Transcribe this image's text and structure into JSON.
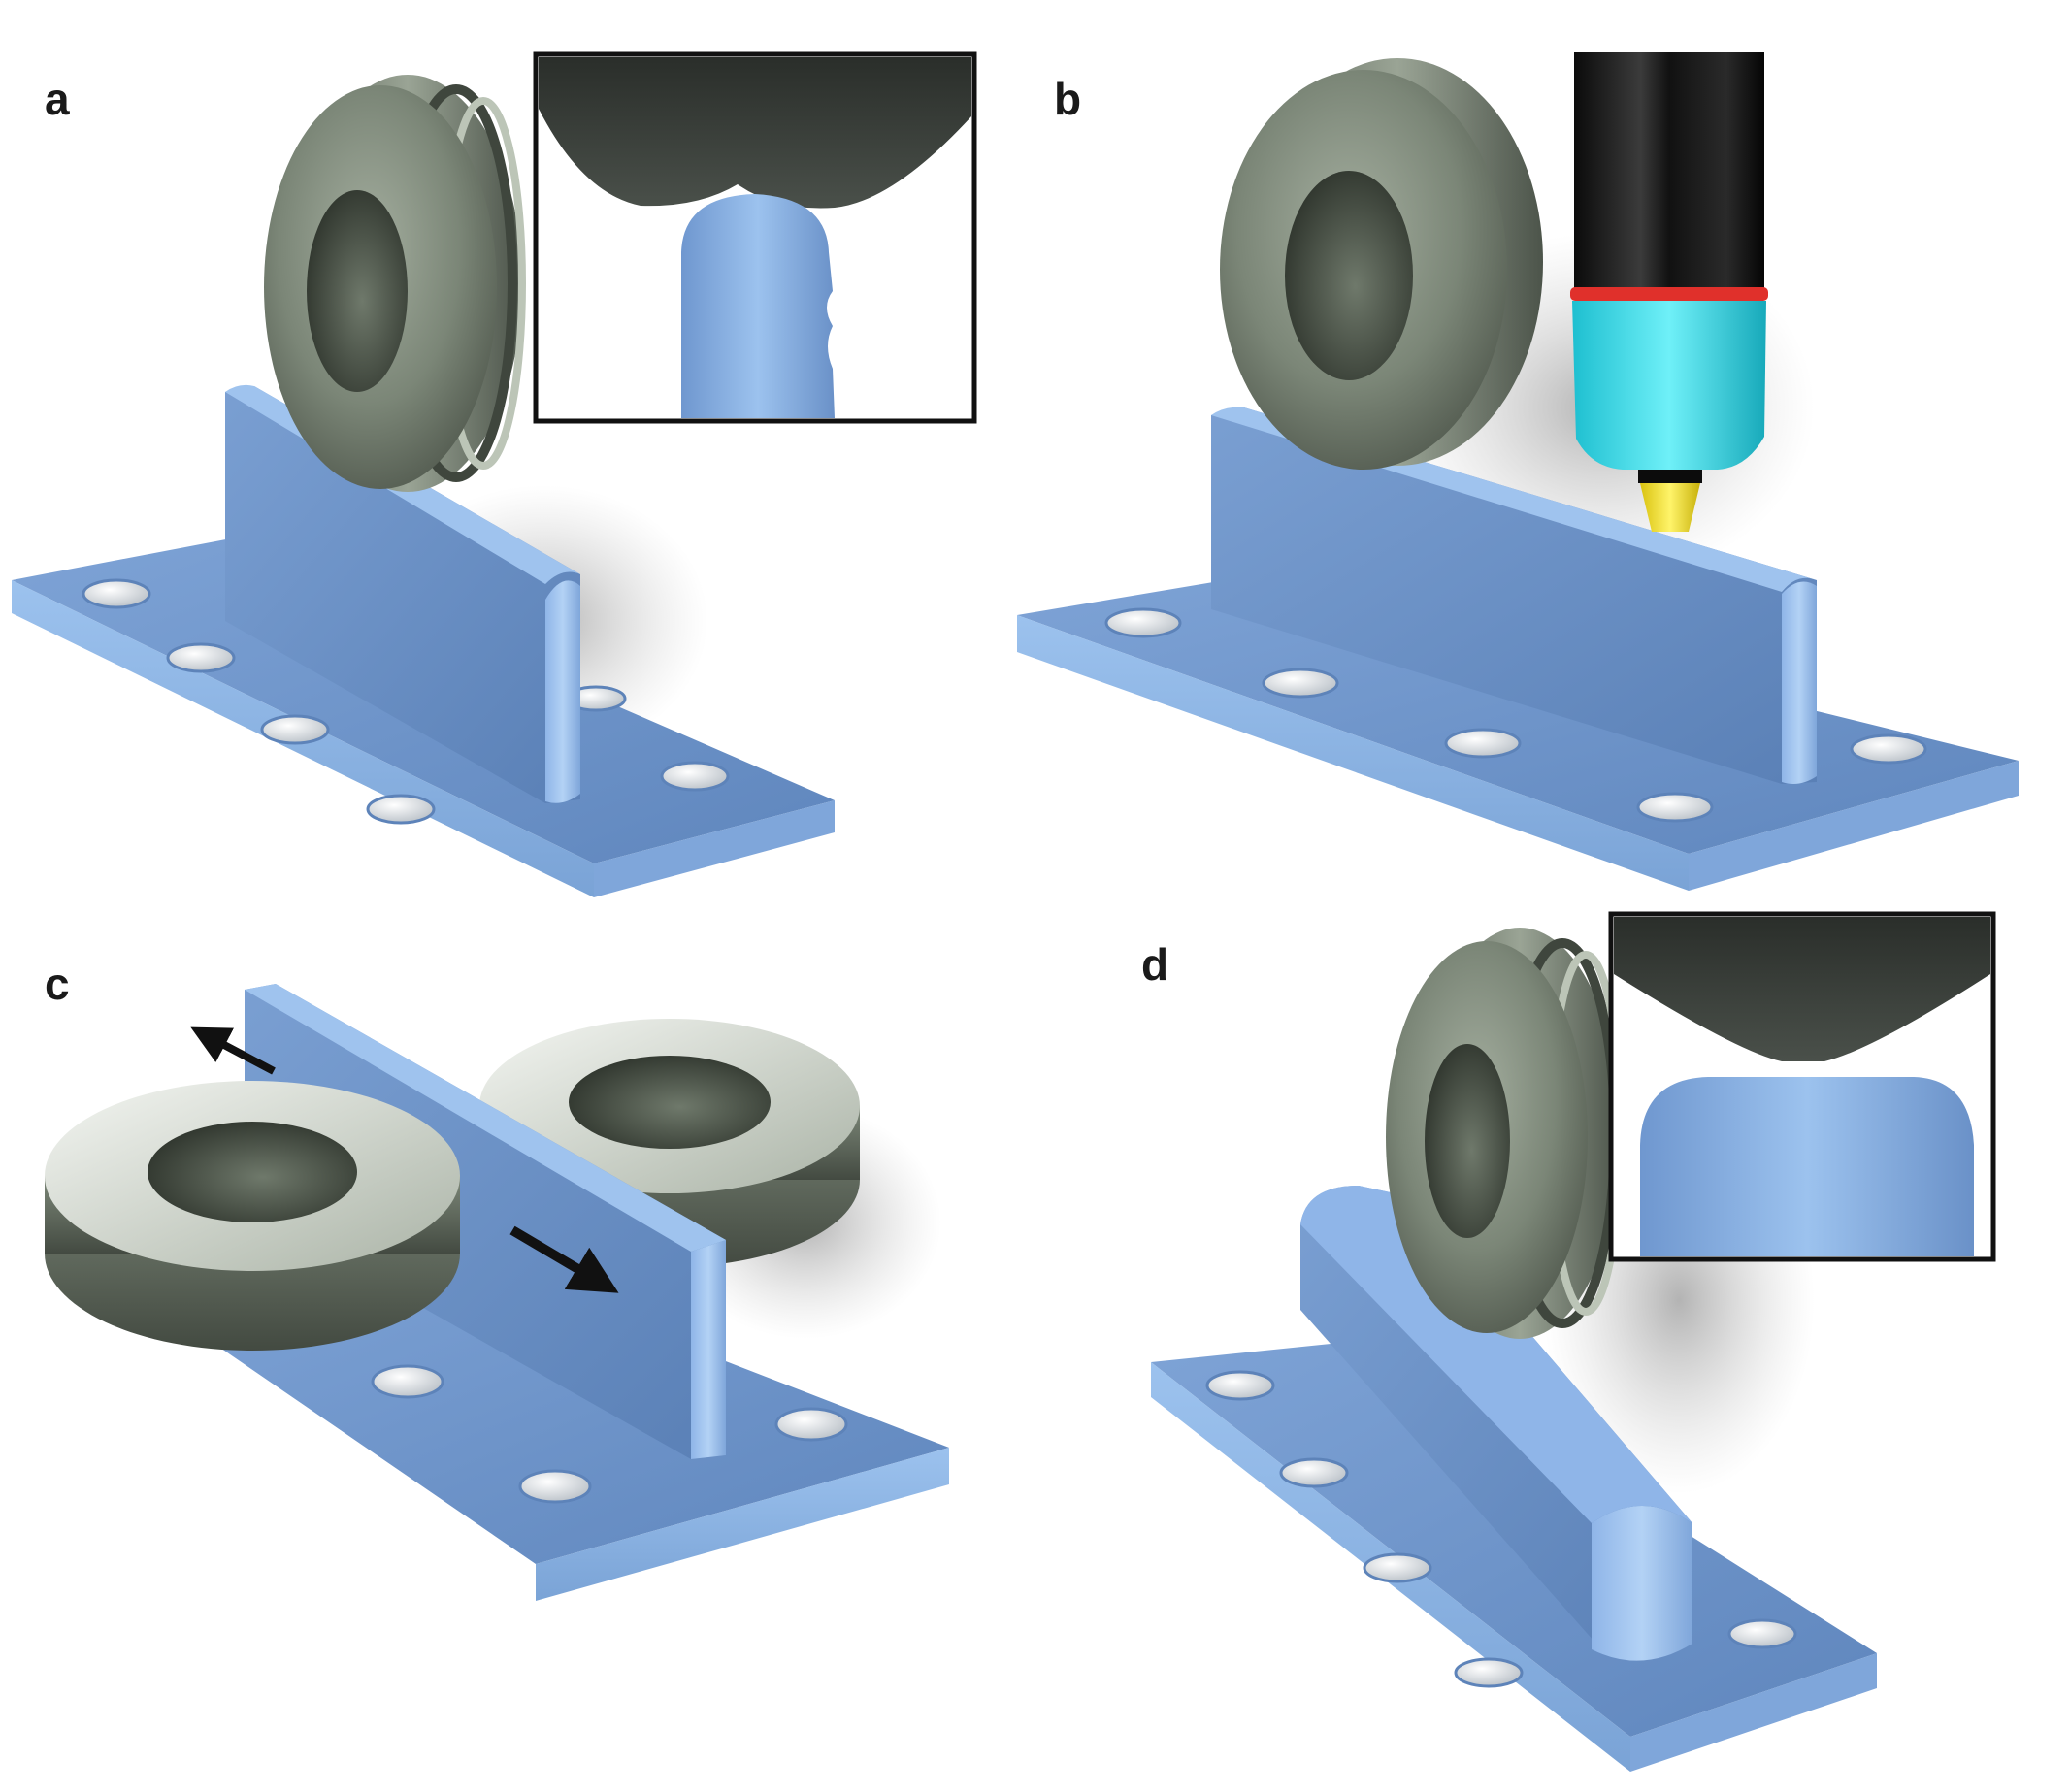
{
  "panels": {
    "a": {
      "label": "a"
    },
    "b": {
      "label": "b"
    },
    "c": {
      "label": "c"
    },
    "d": {
      "label": "d"
    }
  },
  "colors": {
    "background": "#ffffff",
    "plate_top": "#6f95c8",
    "plate_side": "#8fb6e6",
    "rib": "#6c90c2",
    "roller_main": "#6f7a6c",
    "roller_dark": "#3f463d",
    "roller_highlight": "#a9b3a4",
    "screw": "#f2f2f2",
    "tool_black": "#151515",
    "tool_cyan": "#2fd8e6",
    "tool_red_ring": "#e0302b",
    "tool_tip": "#f2e21a",
    "arrow": "#111111",
    "inset_border": "#111111"
  },
  "icons": {
    "roller": "roller-wheel-icon",
    "screw": "screw-head-icon",
    "torch": "welding-torch-icon",
    "arrow": "direction-arrow-icon"
  }
}
